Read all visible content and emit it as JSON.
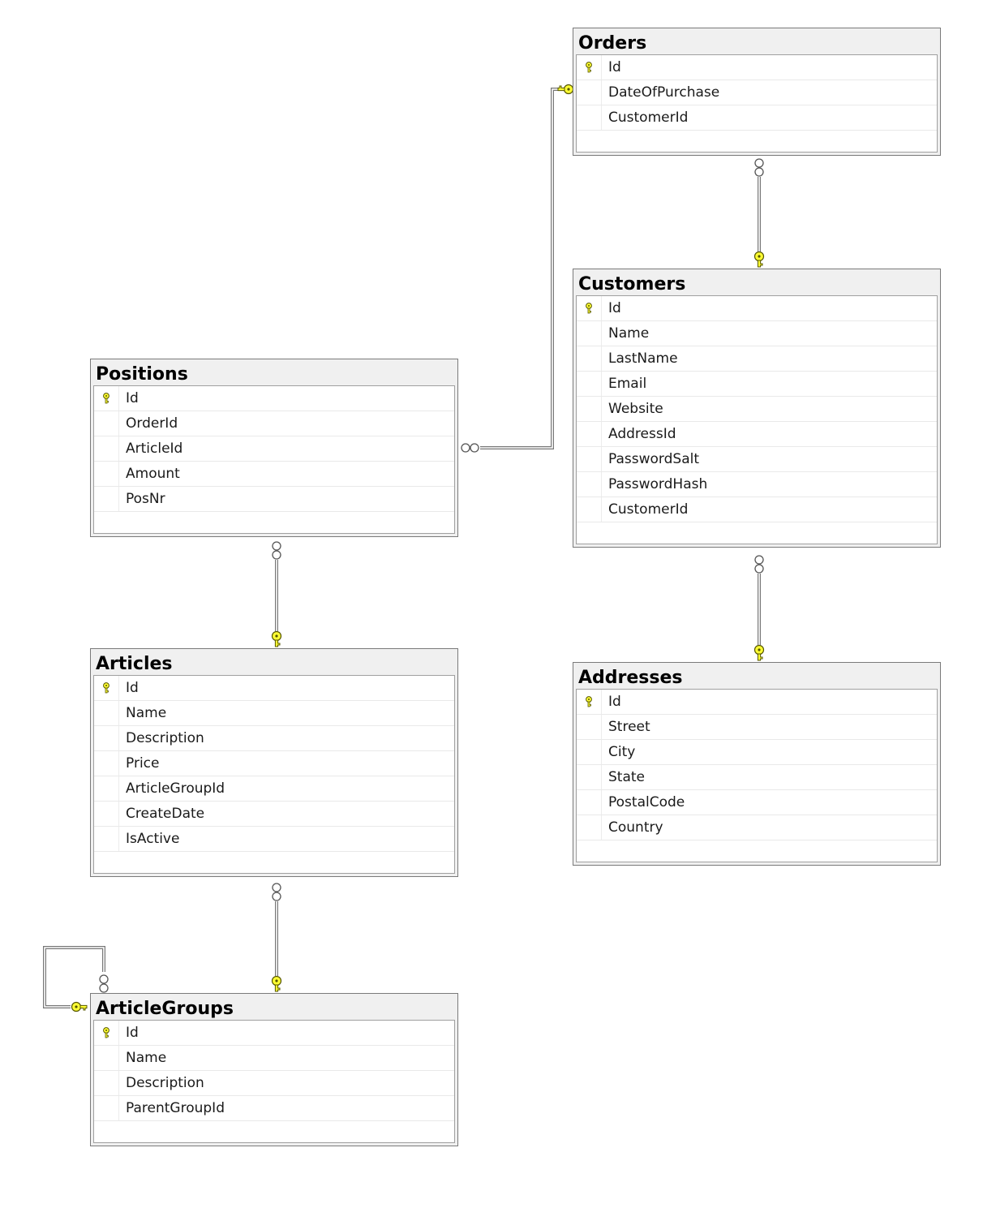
{
  "diagram": {
    "tables": [
      {
        "id": "orders",
        "title": "Orders",
        "columns": [
          {
            "name": "Id",
            "primary_key": true
          },
          {
            "name": "DateOfPurchase",
            "primary_key": false
          },
          {
            "name": "CustomerId",
            "primary_key": false
          }
        ]
      },
      {
        "id": "customers",
        "title": "Customers",
        "columns": [
          {
            "name": "Id",
            "primary_key": true
          },
          {
            "name": "Name",
            "primary_key": false
          },
          {
            "name": "LastName",
            "primary_key": false
          },
          {
            "name": "Email",
            "primary_key": false
          },
          {
            "name": "Website",
            "primary_key": false
          },
          {
            "name": "AddressId",
            "primary_key": false
          },
          {
            "name": "PasswordSalt",
            "primary_key": false
          },
          {
            "name": "PasswordHash",
            "primary_key": false
          },
          {
            "name": "CustomerId",
            "primary_key": false
          }
        ]
      },
      {
        "id": "positions",
        "title": "Positions",
        "columns": [
          {
            "name": "Id",
            "primary_key": true
          },
          {
            "name": "OrderId",
            "primary_key": false
          },
          {
            "name": "ArticleId",
            "primary_key": false
          },
          {
            "name": "Amount",
            "primary_key": false
          },
          {
            "name": "PosNr",
            "primary_key": false
          }
        ]
      },
      {
        "id": "articles",
        "title": "Articles",
        "columns": [
          {
            "name": "Id",
            "primary_key": true
          },
          {
            "name": "Name",
            "primary_key": false
          },
          {
            "name": "Description",
            "primary_key": false
          },
          {
            "name": "Price",
            "primary_key": false
          },
          {
            "name": "ArticleGroupId",
            "primary_key": false
          },
          {
            "name": "CreateDate",
            "primary_key": false
          },
          {
            "name": "IsActive",
            "primary_key": false
          }
        ]
      },
      {
        "id": "addresses",
        "title": "Addresses",
        "columns": [
          {
            "name": "Id",
            "primary_key": true
          },
          {
            "name": "Street",
            "primary_key": false
          },
          {
            "name": "City",
            "primary_key": false
          },
          {
            "name": "State",
            "primary_key": false
          },
          {
            "name": "PostalCode",
            "primary_key": false
          },
          {
            "name": "Country",
            "primary_key": false
          }
        ]
      },
      {
        "id": "articlegroups",
        "title": "ArticleGroups",
        "columns": [
          {
            "name": "Id",
            "primary_key": true
          },
          {
            "name": "Name",
            "primary_key": false
          },
          {
            "name": "Description",
            "primary_key": false
          },
          {
            "name": "ParentGroupId",
            "primary_key": false
          }
        ]
      }
    ],
    "relationships": [
      {
        "from": "orders",
        "to": "positions",
        "one_end": "orders",
        "many_end": "positions"
      },
      {
        "from": "customers",
        "to": "orders",
        "one_end": "customers",
        "many_end": "orders"
      },
      {
        "from": "addresses",
        "to": "customers",
        "one_end": "addresses",
        "many_end": "customers"
      },
      {
        "from": "articles",
        "to": "positions",
        "one_end": "articles",
        "many_end": "positions"
      },
      {
        "from": "articlegroups",
        "to": "articles",
        "one_end": "articlegroups",
        "many_end": "articles"
      },
      {
        "from": "articlegroups",
        "to": "articlegroups",
        "one_end": "articlegroups",
        "many_end": "articlegroups"
      }
    ],
    "colors": {
      "key_fill": "#ffff33",
      "key_stroke": "#555500",
      "line": "#777777",
      "header_bg": "#f0f0f0"
    }
  }
}
